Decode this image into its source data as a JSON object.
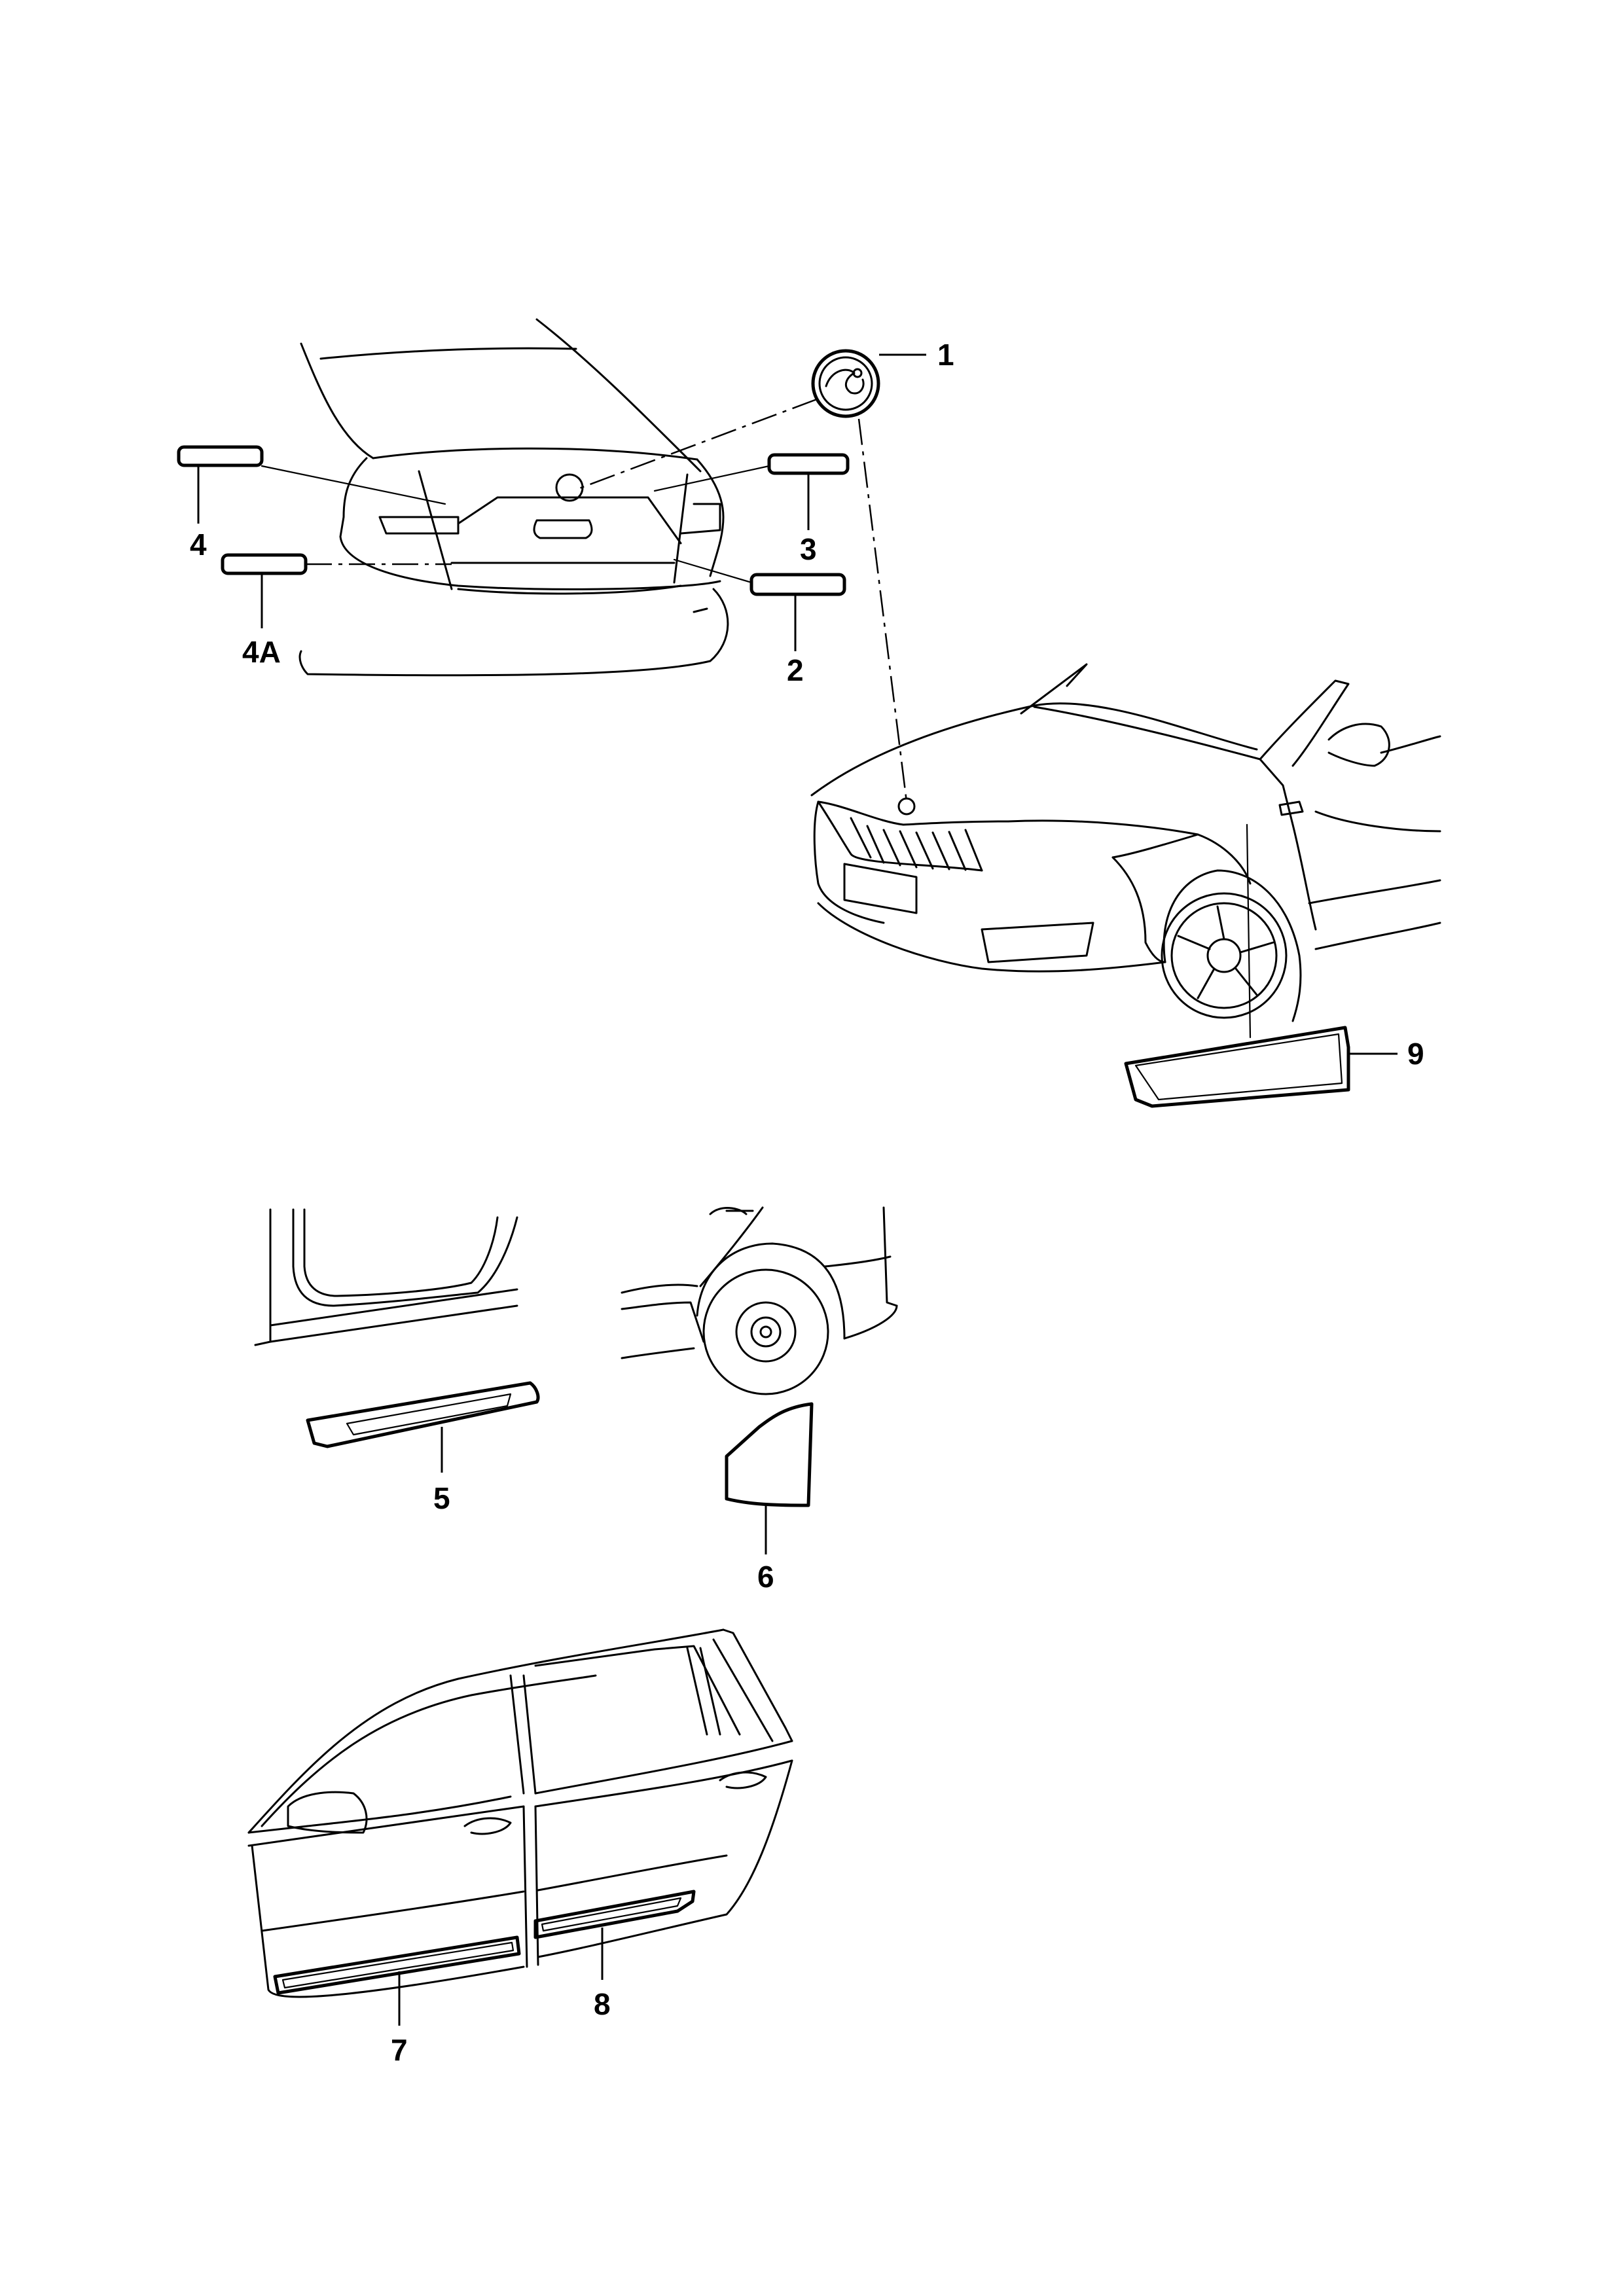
{
  "callouts": {
    "c1": "1",
    "c2": "2",
    "c3": "3",
    "c4": "4",
    "c4a": "4A",
    "c5": "5",
    "c6": "6",
    "c7": "7",
    "c8": "8",
    "c9": "9"
  },
  "colors": {
    "line": "#000000",
    "background": "#ffffff"
  }
}
